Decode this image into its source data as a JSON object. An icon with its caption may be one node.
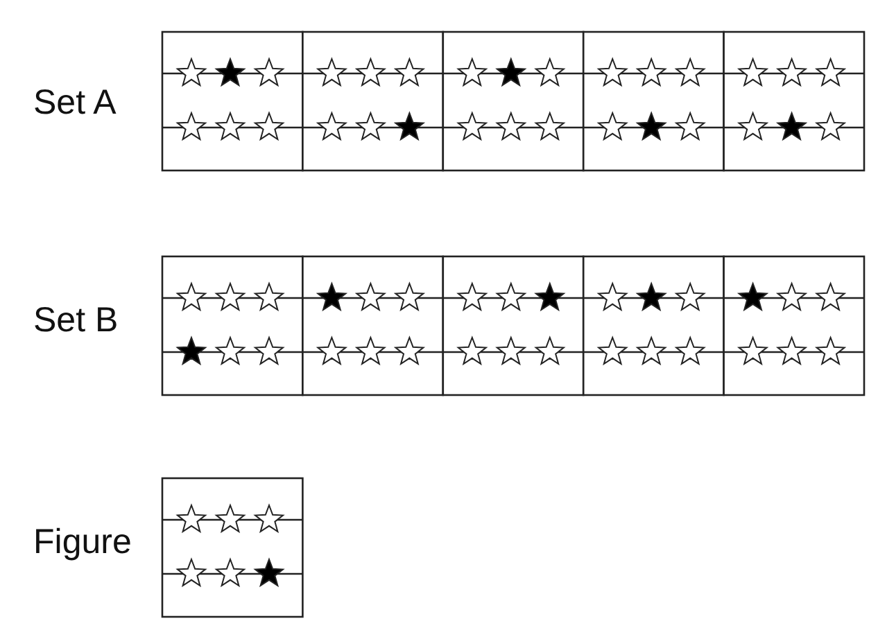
{
  "diagram": {
    "labels": [
      "Set A",
      "Set B",
      "Figure"
    ]
  }
}
